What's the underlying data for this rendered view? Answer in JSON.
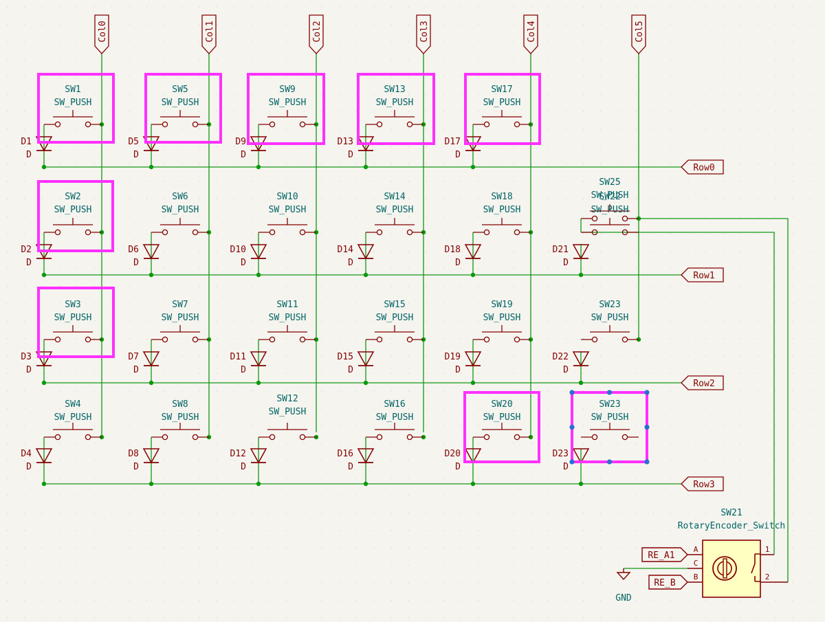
{
  "colors": {
    "background": "#f5f4ef",
    "wire": "#149614",
    "symbol": "#840000",
    "junction": "#0a9a0a",
    "field_text": "#006464",
    "highlight": "#ff30ff",
    "grip": "#2a6fd0",
    "encoder_fill": "#ffffc2"
  },
  "columns": [
    "Col0",
    "Col1",
    "Col2",
    "Col3",
    "Col4",
    "Col5"
  ],
  "rows": [
    "Row0",
    "Row1",
    "Row2",
    "Row3"
  ],
  "switch_value": "SW_PUSH",
  "diode_value": "D",
  "switches": [
    [
      "SW1",
      "SW5",
      "SW9",
      "SW13",
      "SW17",
      "SW25"
    ],
    [
      "SW2",
      "SW6",
      "SW10",
      "SW14",
      "SW18",
      "SW22"
    ],
    [
      "SW3",
      "SW7",
      "SW11",
      "SW15",
      "SW19",
      "SW23"
    ],
    [
      "SW4",
      "SW8",
      "SW12",
      "SW16",
      "SW20",
      "SW23"
    ]
  ],
  "diodes": [
    [
      "D1",
      "D5",
      "D9",
      "D13",
      "D17",
      ""
    ],
    [
      "D2",
      "D6",
      "D10",
      "D14",
      "D18",
      "D21"
    ],
    [
      "D3",
      "D7",
      "D11",
      "D15",
      "D19",
      "D22"
    ],
    [
      "D4",
      "D8",
      "D12",
      "D16",
      "D20",
      "D23"
    ]
  ],
  "encoder": {
    "reference": "SW21",
    "value": "RotaryEncoder_Switch",
    "pin_a": "A",
    "pin_c": "C",
    "pin_b": "B",
    "pin_1": "1",
    "pin_2": "2",
    "label_a": "RE_A1",
    "label_b": "RE_B",
    "gnd": "GND"
  },
  "highlighted": [
    "SW1",
    "SW5",
    "SW9",
    "SW13",
    "SW17",
    "SW2",
    "SW3",
    "SW20",
    "SW23"
  ],
  "selected": "SW23"
}
